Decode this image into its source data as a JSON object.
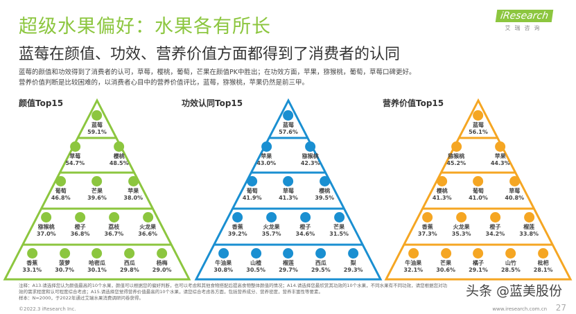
{
  "header": {
    "title": "超级水果偏好：水果各有所长",
    "subtitle": "蓝莓在颜值、功效、营养价值方面都得到了消费者的认同",
    "desc1": "蓝莓的颜值和功效得到了消费者的认可，草莓，樱桃，葡萄，芒果在颜值PK中胜出；在功效方面，苹果，猕猴桃，葡萄，草莓口碑更好。",
    "desc2": "营养价值判断是比较困难的，以消费者心目中的营养价值评比，蓝莓，猕猴桃，苹果仍然是前三甲。"
  },
  "logo": {
    "brand": "iResearch",
    "sub": "艾瑞咨询"
  },
  "pyramids": [
    {
      "title": "颜值Top15",
      "color": "#8cc63f",
      "items": [
        {
          "name": "蓝莓",
          "value": "59.1%",
          "icon": "blueberry-icon"
        },
        {
          "name": "草莓",
          "value": "54.7%",
          "icon": "strawberry-icon"
        },
        {
          "name": "樱桃",
          "value": "48.5%",
          "icon": "cherry-icon"
        },
        {
          "name": "葡萄",
          "value": "46.8%",
          "icon": "grape-icon"
        },
        {
          "name": "芒果",
          "value": "39.6%",
          "icon": "mango-icon"
        },
        {
          "name": "苹果",
          "value": "38.0%",
          "icon": "apple-icon"
        },
        {
          "name": "猕猴桃",
          "value": "37.0%",
          "icon": "kiwi-icon"
        },
        {
          "name": "橙子",
          "value": "36.8%",
          "icon": "orange-icon"
        },
        {
          "name": "荔枝",
          "value": "36.7%",
          "icon": "lychee-icon"
        },
        {
          "name": "火龙果",
          "value": "36.6%",
          "icon": "dragonfruit-icon"
        },
        {
          "name": "香蕉",
          "value": "33.1%",
          "icon": "banana-icon"
        },
        {
          "name": "菠萝",
          "value": "30.7%",
          "icon": "pineapple-icon"
        },
        {
          "name": "哈密瓜",
          "value": "30.1%",
          "icon": "melon-icon"
        },
        {
          "name": "西瓜",
          "value": "29.8%",
          "icon": "watermelon-icon"
        },
        {
          "name": "杨梅",
          "value": "29.0%",
          "icon": "bayberry-icon"
        }
      ]
    },
    {
      "title": "功效认同Top15",
      "color": "#1a8fd1",
      "items": [
        {
          "name": "蓝莓",
          "value": "57.6%",
          "icon": "blueberry-icon"
        },
        {
          "name": "苹果",
          "value": "43.0%",
          "icon": "apple-icon"
        },
        {
          "name": "猕猴桃",
          "value": "42.3%",
          "icon": "kiwi-icon"
        },
        {
          "name": "葡萄",
          "value": "41.9%",
          "icon": "grape-icon"
        },
        {
          "name": "草莓",
          "value": "41.3%",
          "icon": "strawberry-icon"
        },
        {
          "name": "樱桃",
          "value": "39.5%",
          "icon": "cherry-icon"
        },
        {
          "name": "香蕉",
          "value": "39.2%",
          "icon": "banana-icon"
        },
        {
          "name": "火龙果",
          "value": "35.7%",
          "icon": "dragonfruit-icon"
        },
        {
          "name": "橙子",
          "value": "34.6%",
          "icon": "orange-icon"
        },
        {
          "name": "芒果",
          "value": "31.5%",
          "icon": "mango-icon"
        },
        {
          "name": "牛油果",
          "value": "30.8%",
          "icon": "avocado-icon"
        },
        {
          "name": "山楂",
          "value": "30.5%",
          "icon": "hawthorn-icon"
        },
        {
          "name": "榴莲",
          "value": "29.7%",
          "icon": "durian-icon"
        },
        {
          "name": "西瓜",
          "value": "29.5%",
          "icon": "watermelon-icon"
        },
        {
          "name": "梨",
          "value": "29.3%",
          "icon": "pear-icon"
        }
      ]
    },
    {
      "title": "营养价值Top15",
      "color": "#f5a623",
      "items": [
        {
          "name": "蓝莓",
          "value": "56.1%",
          "icon": "blueberry-icon"
        },
        {
          "name": "猕猴桃",
          "value": "45.2%",
          "icon": "kiwi-icon"
        },
        {
          "name": "苹果",
          "value": "44.3%",
          "icon": "apple-icon"
        },
        {
          "name": "樱桃",
          "value": "41.3%",
          "icon": "cherry-icon"
        },
        {
          "name": "葡萄",
          "value": "41.0%",
          "icon": "grape-icon"
        },
        {
          "name": "草莓",
          "value": "40.8%",
          "icon": "strawberry-icon"
        },
        {
          "name": "香蕉",
          "value": "37.3%",
          "icon": "banana-icon"
        },
        {
          "name": "火龙果",
          "value": "35.3%",
          "icon": "dragonfruit-icon"
        },
        {
          "name": "橙子",
          "value": "34.2%",
          "icon": "orange-icon"
        },
        {
          "name": "榴莲",
          "value": "33.8%",
          "icon": "durian-icon"
        },
        {
          "name": "牛油果",
          "value": "32.1%",
          "icon": "avocado-icon"
        },
        {
          "name": "芒果",
          "value": "30.6%",
          "icon": "mango-icon"
        },
        {
          "name": "橘子",
          "value": "29.1%",
          "icon": "tangerine-icon"
        },
        {
          "name": "山竹",
          "value": "28.5%",
          "icon": "mangosteen-icon"
        },
        {
          "name": "枇杷",
          "value": "28.1%",
          "icon": "loquat-icon"
        }
      ]
    }
  ],
  "footer": {
    "note1": "注释：A13.请选择您认为颜值最高的10个水果，颜值可以根据您的偏好判断，也可以考虑和其他食物搭配后提高食物整体颜值的情况；A14.请选择您最欣赏其功效的10个水果，不同水果有不同功效，请您根据您对功效的需求程度和认可程度综合考虑；A15.请选择您觉得营养价值最高的10个水果，请您综合考虑各方面，包括营养成分、营养密度，营养丰富性等要素。",
    "note2": "样本：N=2000，于2022年通过艾瑞水果消费调研问卷获得。",
    "copyright": "©2022.3 iResearch Inc.",
    "site": "www.iresearch.com.cn",
    "page": "27",
    "watermark": "头条 @蓝美股份"
  }
}
